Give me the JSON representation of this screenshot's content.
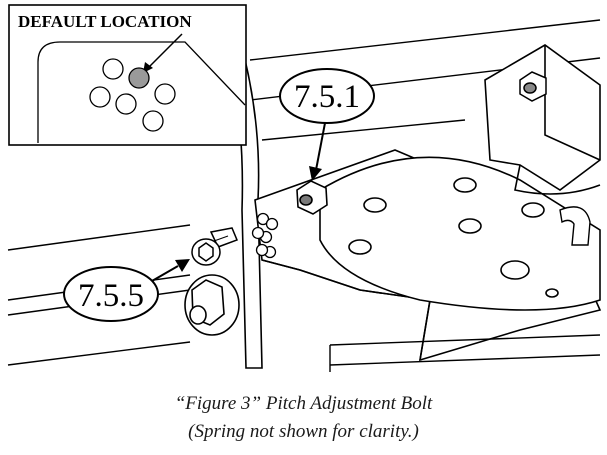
{
  "inset": {
    "title": "DEFAULT LOCATION"
  },
  "callouts": {
    "upper": "7.5.1",
    "lower": "7.5.5"
  },
  "caption": {
    "line1": "“Figure 3” Pitch Adjustment Bolt",
    "line2": "(Spring not shown for clarity.)"
  },
  "colors": {
    "highlight_hole": "#9a9a9a",
    "line": "#000000"
  }
}
